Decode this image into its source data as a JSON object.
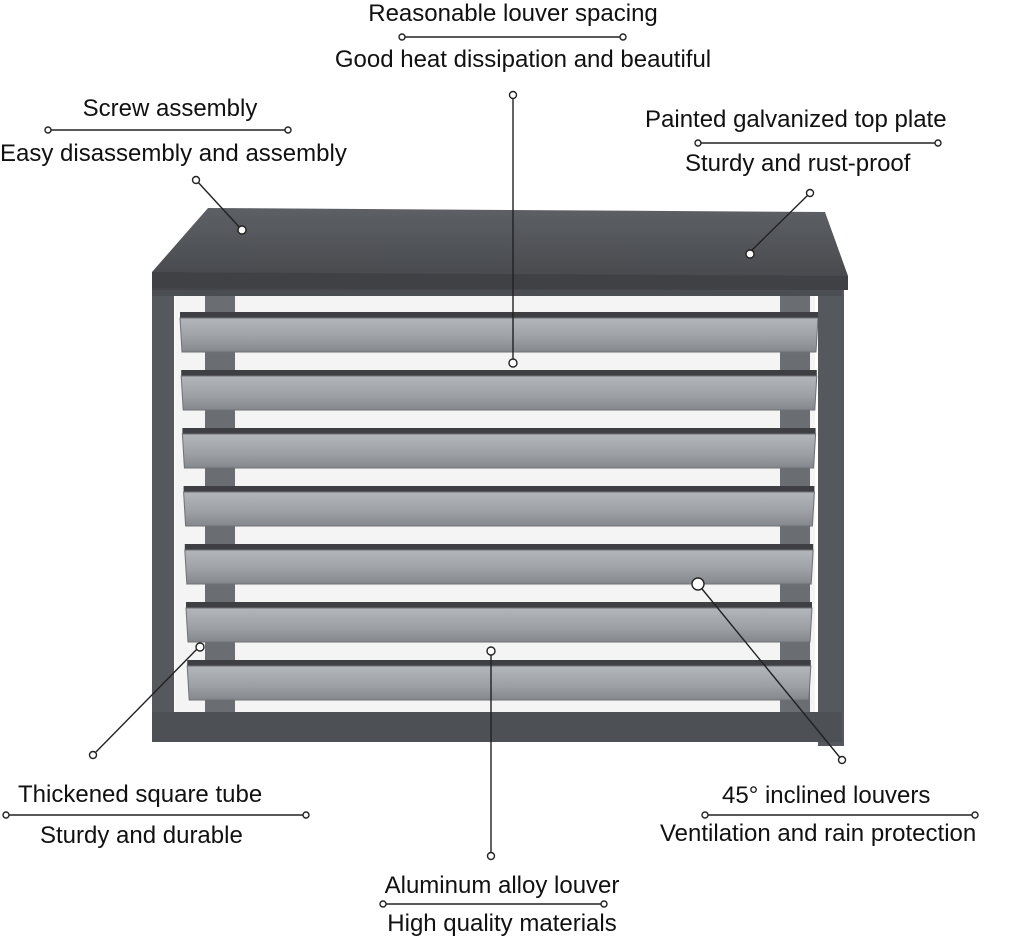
{
  "callouts": {
    "louver_spacing": {
      "title": "Reasonable louver spacing",
      "subtitle": "Good heat dissipation and beautiful"
    },
    "screw_assembly": {
      "title": "Screw assembly",
      "subtitle": "Easy disassembly and assembly"
    },
    "top_plate": {
      "title": "Painted galvanized top plate",
      "subtitle": "Sturdy and rust-proof"
    },
    "square_tube": {
      "title": "Thickened square tube",
      "subtitle": "Sturdy and durable"
    },
    "inclined_louvers": {
      "title": "45° inclined louvers",
      "subtitle": "Ventilation and rain protection"
    },
    "aluminum_louver": {
      "title": "Aluminum alloy louver",
      "subtitle": "High quality materials"
    }
  },
  "colors": {
    "frame": "#55585c",
    "frame_dark": "#3d3f42",
    "top_plate": "#4e5054",
    "louver": "#9a9da1",
    "louver_edge": "#6e7175"
  }
}
